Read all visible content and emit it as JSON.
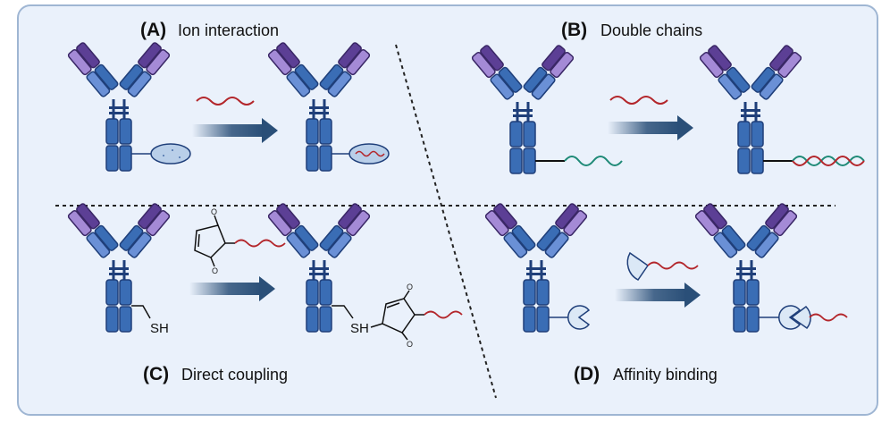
{
  "panels": {
    "a": {
      "letter": "(A)",
      "title": "Ion interaction"
    },
    "b": {
      "letter": "(B)",
      "title": "Double chains"
    },
    "c": {
      "letter": "(C)",
      "title": "Direct coupling"
    },
    "d": {
      "letter": "(D)",
      "title": "Affinity binding"
    }
  },
  "chem": {
    "thiol": "SH",
    "oxygen": "O",
    "sulfur": "S"
  },
  "colors": {
    "background": "#eaf1fb",
    "border": "#9fb6d3",
    "antibody_blue": "#3a6db5",
    "antibody_outline": "#1f3f7a",
    "light_purple": "#a48ad6",
    "dark_purple": "#5c3f95",
    "arrow": "#2a4f78",
    "red_strand": "#b3262b",
    "green_strand": "#1f8a77"
  }
}
